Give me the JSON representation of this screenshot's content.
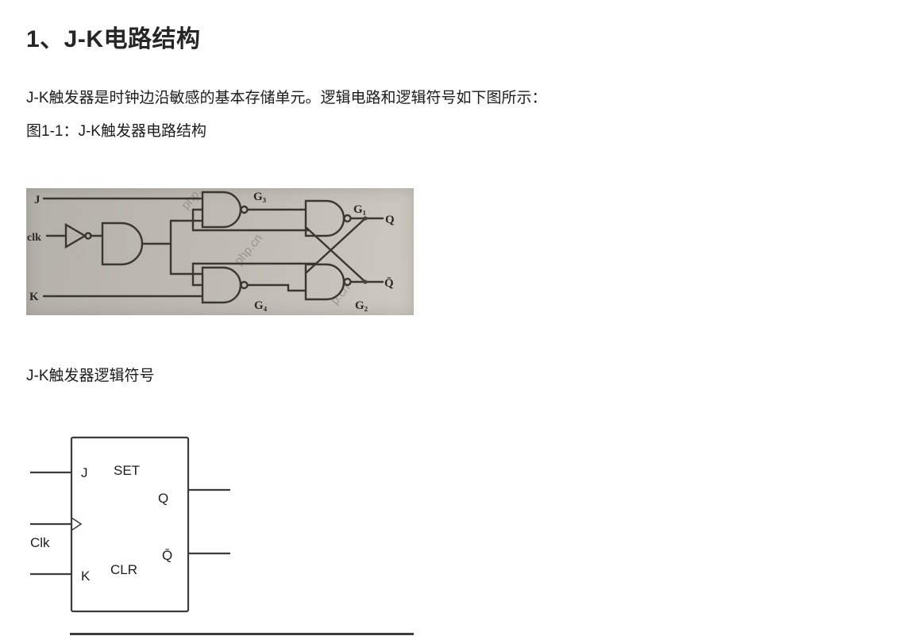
{
  "page": {
    "heading": "1、J-K电路结构",
    "intro": "J-K触发器是时钟边沿敏感的基本存储单元。逻辑电路和逻辑符号如下图所示：",
    "figure_caption": "图1-1：J-K触发器电路结构",
    "symbol_caption": "J-K触发器逻辑符号"
  },
  "circuit_diagram": {
    "labels": {
      "j": "J",
      "clk": "clk",
      "k": "K",
      "g3": "G₃",
      "g4": "G₄",
      "g1": "G₁",
      "g2": "G₂",
      "q": "Q",
      "q_bar": "Q̄"
    },
    "watermarks": [
      "php.",
      "php.cn",
      "p.cn"
    ]
  },
  "logic_symbol": {
    "labels": {
      "j": "J",
      "set": "SET",
      "q": "Q",
      "clk": "Clk",
      "k": "K",
      "clr": "CLR",
      "q_bar": "Q̄"
    }
  }
}
